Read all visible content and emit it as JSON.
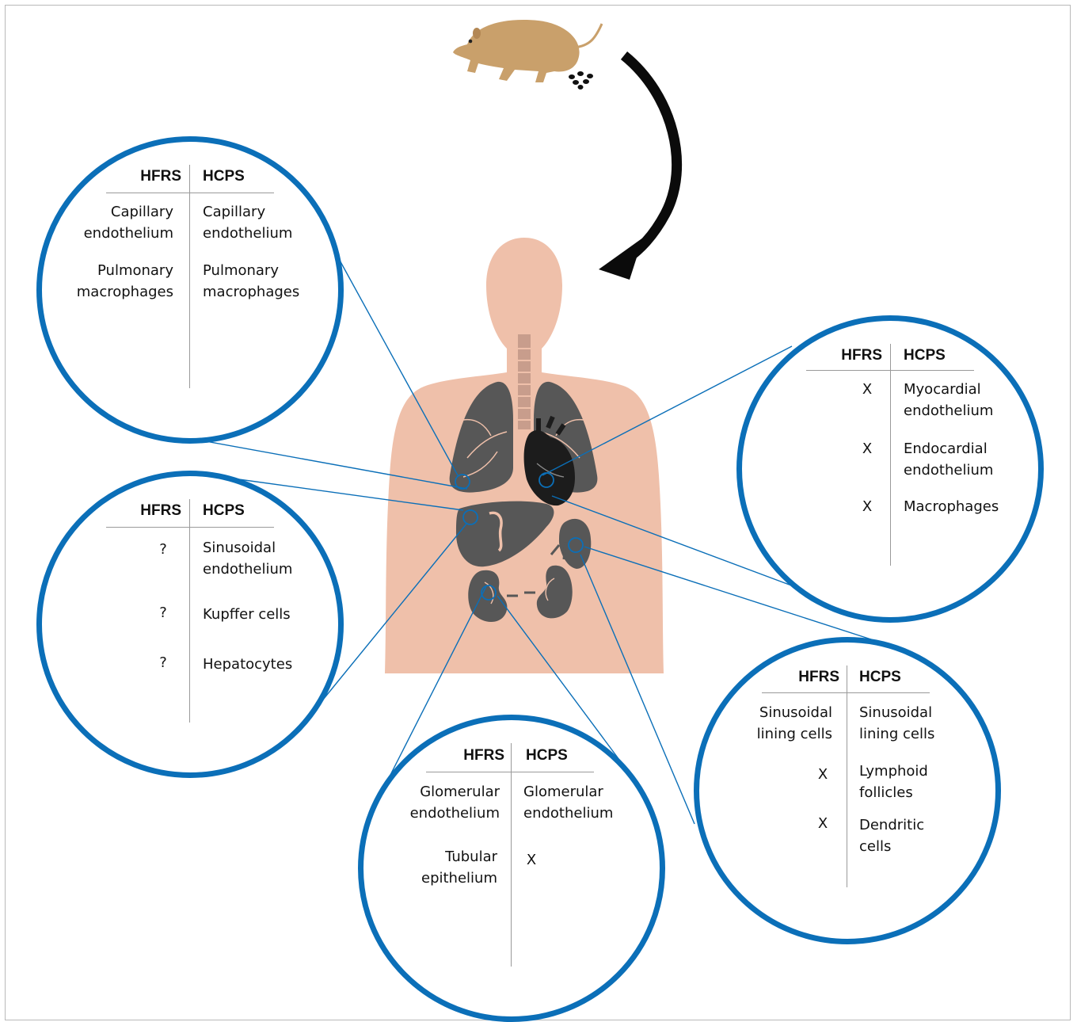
{
  "colors": {
    "ring": "#0b6fb8",
    "body": "#efc0aa",
    "organ": "#575757",
    "heart": "#1c1c1c",
    "rodent": "#c9a06b",
    "arrow": "#0b0b0b"
  },
  "icons": [
    "rodent-icon",
    "droppings-icon",
    "transmission-arrow-icon",
    "human-body-icon",
    "lungs-icon",
    "heart-icon",
    "liver-icon",
    "spleen-icon",
    "kidney-icon"
  ],
  "panels": {
    "lung": {
      "hfrs_header": "HFRS",
      "hcps_header": "HCPS",
      "rows": [
        {
          "hfrs": "Capillary\nendothelium",
          "hcps": "Capillary\nendothelium"
        },
        {
          "hfrs": "Pulmonary\nmacrophages",
          "hcps": "Pulmonary\nmacrophages"
        }
      ]
    },
    "heart": {
      "hfrs_header": "HFRS",
      "hcps_header": "HCPS",
      "rows": [
        {
          "hfrs": "X",
          "hcps": "Myocardial\nendothelium"
        },
        {
          "hfrs": "X",
          "hcps": "Endocardial\nendothelium"
        },
        {
          "hfrs": "X",
          "hcps": "Macrophages"
        }
      ]
    },
    "liver": {
      "hfrs_header": "HFRS",
      "hcps_header": "HCPS",
      "rows": [
        {
          "hfrs": "?",
          "hcps": "Sinusoidal\nendothelium"
        },
        {
          "hfrs": "?",
          "hcps": "Kupffer cells"
        },
        {
          "hfrs": "?",
          "hcps": "Hepatocytes"
        }
      ]
    },
    "spleen": {
      "hfrs_header": "HFRS",
      "hcps_header": "HCPS",
      "rows": [
        {
          "hfrs": "Sinusoidal\nlining cells",
          "hcps": "Sinusoidal\nlining cells"
        },
        {
          "hfrs": "X",
          "hcps": "Lymphoid\nfollicles"
        },
        {
          "hfrs": "X",
          "hcps": "Dendritic\ncells"
        }
      ]
    },
    "kidney": {
      "hfrs_header": "HFRS",
      "hcps_header": "HCPS",
      "rows": [
        {
          "hfrs": "Glomerular\nendothelium",
          "hcps": "Glomerular\nendothelium"
        },
        {
          "hfrs": "Tubular\nepithelium",
          "hcps": "X"
        }
      ]
    }
  }
}
